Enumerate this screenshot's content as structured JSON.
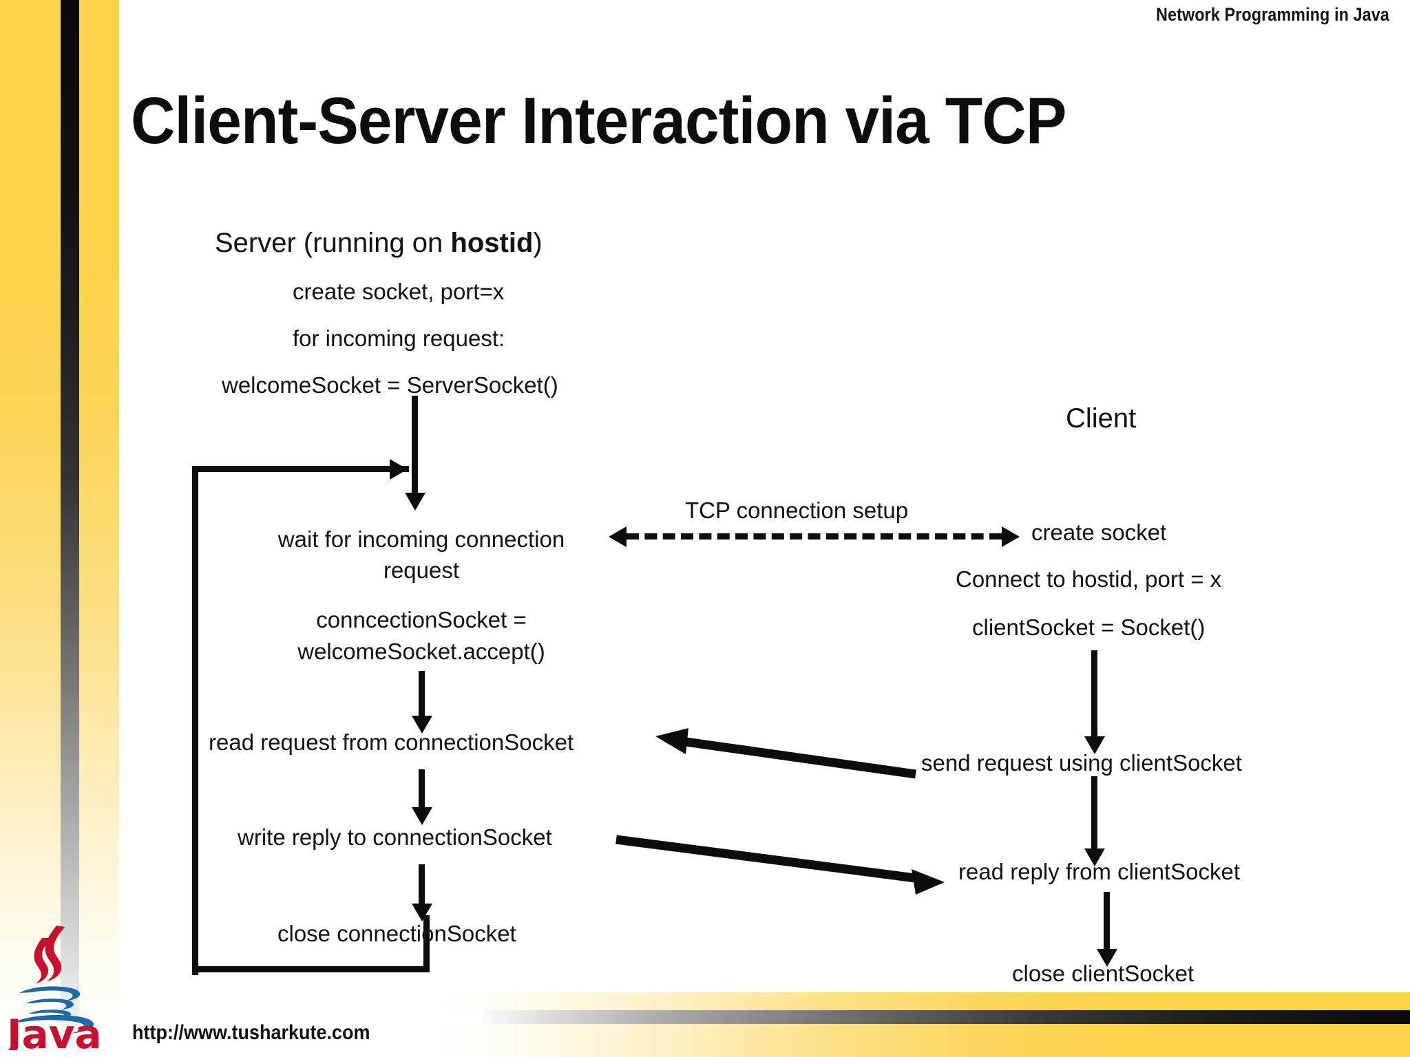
{
  "header": {
    "course_title": "Network Programming in Java"
  },
  "slide": {
    "title": "Client-Server Interaction via TCP"
  },
  "diagram": {
    "server": {
      "heading_prefix": "Server (running on ",
      "heading_bold": "hostid",
      "heading_suffix": ")",
      "steps": [
        "create socket, port=x",
        "for incoming request:",
        "welcomeSocket = ServerSocket()",
        "wait for incoming  connection",
        "request",
        "conncectionSocket =",
        "welcomeSocket.accept()",
        "read request from connectionSocket",
        "write reply to connectionSocket",
        "close connectionSocket"
      ]
    },
    "client": {
      "heading": "Client",
      "steps": [
        "create socket",
        "Connect to hostid, port = x",
        "clientSocket = Socket()",
        "send request using clientSocket",
        "read reply from clientSocket",
        "close clientSocket"
      ]
    },
    "connection_label": "TCP connection setup"
  },
  "footer": {
    "url": "http://www.tusharkute.com",
    "logo_word": "Java"
  },
  "colors": {
    "accent_yellow": "#fcd34a",
    "dark_stripe": "#0a0a0a",
    "java_red": "#C8102E",
    "java_blue": "#1C6AA8",
    "text": "#121212"
  }
}
